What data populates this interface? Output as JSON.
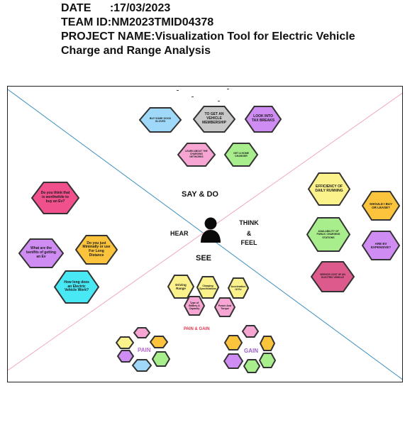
{
  "header": {
    "date_label": "DATE",
    "date_value": ":17/03/2023",
    "team_id_label": "TEAM ID:",
    "team_id_value": "NM2023TMID04378",
    "project_label": "PROJECT NAME:",
    "project_value_line1": "Visualization Tool for Electric Vehicle",
    "project_value_line2": "Charge and Range Analysis"
  },
  "quadrants": {
    "say_do": "SAY & DO",
    "think": "THINK",
    "amp": "&",
    "feel": "FEEL",
    "hear": "HEAR",
    "see": "SEE",
    "pain_gain": "PAIN & GAIN",
    "pain": "PAIN",
    "gain": "GAIN"
  },
  "colors": {
    "blue_line": "#3f8fc0",
    "pink_line": "#f0a8c4",
    "light_blue": "#9fd8f8",
    "grey": "#c8c8c8",
    "purple": "#cf8cf2",
    "pink": "#f7a6d4",
    "green": "#a8ee8c",
    "yellow": "#fcf28c",
    "orange": "#fcc43c",
    "hot_pink": "#f0508c",
    "cyan": "#48e8f4",
    "rose": "#dc5a8c",
    "pain_gain_red": "#e2334f",
    "pain_purple": "#b96bd6",
    "gain_purple": "#9b5fc8"
  },
  "notes": {
    "buy_gloves": "BUY SOME GOOD GLOVES",
    "vehicle_membership": "TO GET AN VEHICLE MEMBERSHIP",
    "look_tax_breaks": "LOOK INTO TAX BREAKS",
    "learn_charging": "LEARN ABOUT THE CHARGING NETWORKS",
    "home_charger": "GET A HOME CHARGER",
    "efficiency": "EFFICIENCY OF DAILY RUNNING",
    "buy_or_lease": "SHOULD I BUY OR LEASE?",
    "availability": "AVAILABILITY OF PUBLIC CHARGING STATIONS",
    "ev_expensive": "ARE EV EXPENSIVE?",
    "service_cost": "SERVICE COST OF AN ELECTRIC VEHICLE",
    "worthwhile": "Do you think that is worthwhile to buy an Ev?",
    "benefits": "What are the benifits of getting an Ev",
    "minimally": "Do you just Minimally or use For Long Distance",
    "how_long": "How long does an Electric Vehicle Work?",
    "driving_range": "Driving Range",
    "charging_specs": "Charging Specifications",
    "acceleration": "Acceleration Of Ev",
    "battery_type": "Type of Battery & Capacity",
    "power_torque": "Power And Torque"
  }
}
